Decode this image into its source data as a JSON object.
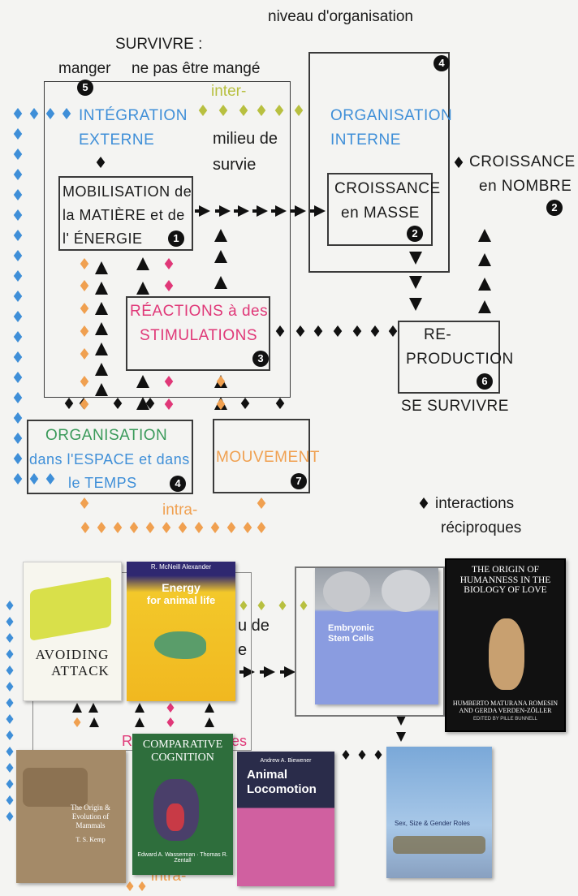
{
  "top": {
    "niveau": "niveau d'organisation",
    "survivre": "SURVIVRE :",
    "manger": "manger",
    "ne_pas": "ne pas être mangé",
    "inter": "inter-",
    "milieu1": "milieu de",
    "milieu2": "survie",
    "integration1": "INTÉGRATION",
    "integration2": "EXTERNE",
    "organisation_interne1": "ORGANISATION",
    "organisation_interne2": "INTERNE",
    "croissance_nombre1": "CROISSANCE",
    "croissance_nombre2": "en NOMBRE",
    "mobilisation1": "MOBILISATION de",
    "mobilisation2": "la MATIÈRE et de",
    "mobilisation3": "l' ÉNERGIE",
    "croissance_masse1": "CROISSANCE",
    "croissance_masse2": "en MASSE",
    "reactions1": "RÉACTIONS à des",
    "reactions2": "STIMULATIONS",
    "reproduction1": "RE-",
    "reproduction2": "PRODUCTION",
    "se_survivre": "SE SURVIVRE",
    "org_espace1": "ORGANISATION",
    "org_espace2": "dans l'ESPACE et dans",
    "org_espace3": "le TEMPS",
    "mouvement": "MOUVEMENT",
    "intra": "intra-",
    "interactions1": "interactions",
    "interactions2": "réciproques",
    "nums": {
      "n1": "1",
      "n2a": "2",
      "n2b": "2",
      "n3": "3",
      "n4a": "4",
      "n4b": "4",
      "n5": "5",
      "n6": "6",
      "n7": "7"
    }
  },
  "bottom": {
    "milieu1": "u de",
    "milieu2": "e",
    "intra": "intra-",
    "react_left": "R",
    "react_right": "es"
  },
  "books": {
    "avoiding": {
      "title1": "AVOIDING",
      "title2": "ATTACK"
    },
    "energy": {
      "author": "R. McNeill Alexander",
      "title1": "Energy",
      "title2": "for animal life"
    },
    "stem": {
      "title1": "Embryonic",
      "title2": "Stem Cells"
    },
    "origin_humanness": {
      "title": "THE ORIGIN OF HUMANNESS IN THE BIOLOGY OF LOVE",
      "authors": "HUMBERTO MATURANA ROMESIN AND GERDA VERDEN-ZÖLLER",
      "editor": "EDITED BY PILLE BUNNELL"
    },
    "mammals": {
      "title": "The Origin & Evolution of Mammals",
      "author": "T. S. Kemp"
    },
    "cognition": {
      "title1": "COMPARATIVE",
      "title2": "COGNITION",
      "authors": "Edward A. Wasserman · Thomas R. Zentall"
    },
    "locomotion": {
      "author": "Andrew A. Biewener",
      "title1": "Animal",
      "title2": "Locomotion"
    },
    "sex_size": {
      "title": "Sex, Size & Gender Roles"
    }
  },
  "colors": {
    "blue": "#3f8fd8",
    "green": "#3a9a5a",
    "olive": "#b8c040",
    "pink": "#e03878",
    "orange": "#f0a050",
    "black": "#111111"
  }
}
